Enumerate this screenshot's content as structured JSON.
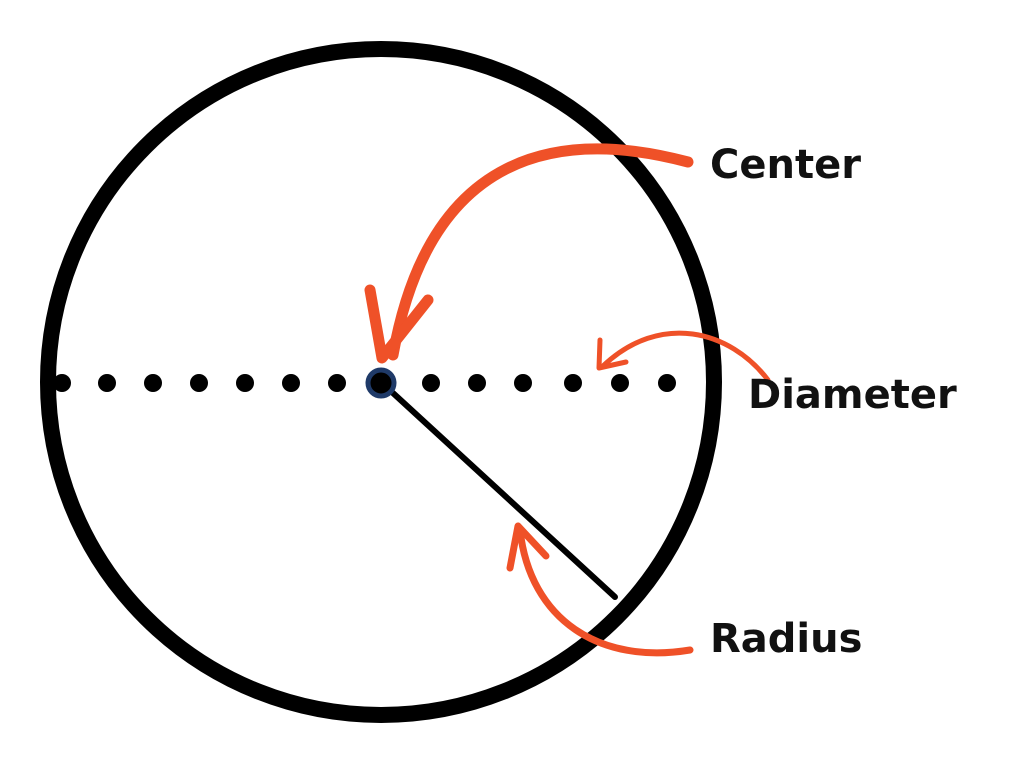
{
  "labels": {
    "center": "Center",
    "diameter": "Diameter",
    "radius": "Radius"
  },
  "colors": {
    "circle": "#000000",
    "arrow": "#ef5128",
    "center_point": "#1f3a68",
    "text": "#111111"
  }
}
